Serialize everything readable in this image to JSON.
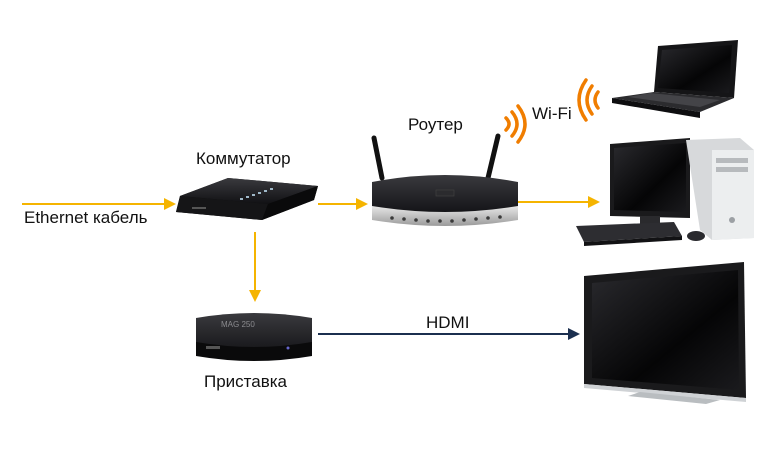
{
  "labels": {
    "ethernet": "Ethernet кабель",
    "switch": "Коммутатор",
    "router": "Роутер",
    "wifi": "Wi-Fi",
    "settop": "Приставка",
    "hdmi": "HDMI"
  },
  "devices": {
    "switch_icon": "network-switch-icon",
    "router_icon": "wifi-router-icon",
    "settop_icon": "set-top-box-icon",
    "laptop_icon": "laptop-icon",
    "desktop_icon": "desktop-computer-icon",
    "tv_icon": "television-icon",
    "wifi_icon": "wifi-signal-icon"
  },
  "colors": {
    "ethernet_line": "#f5b400",
    "hdmi_line": "#1b2f4f",
    "wifi_signal": "#f07d00",
    "device_body": "#1c1c1e"
  }
}
